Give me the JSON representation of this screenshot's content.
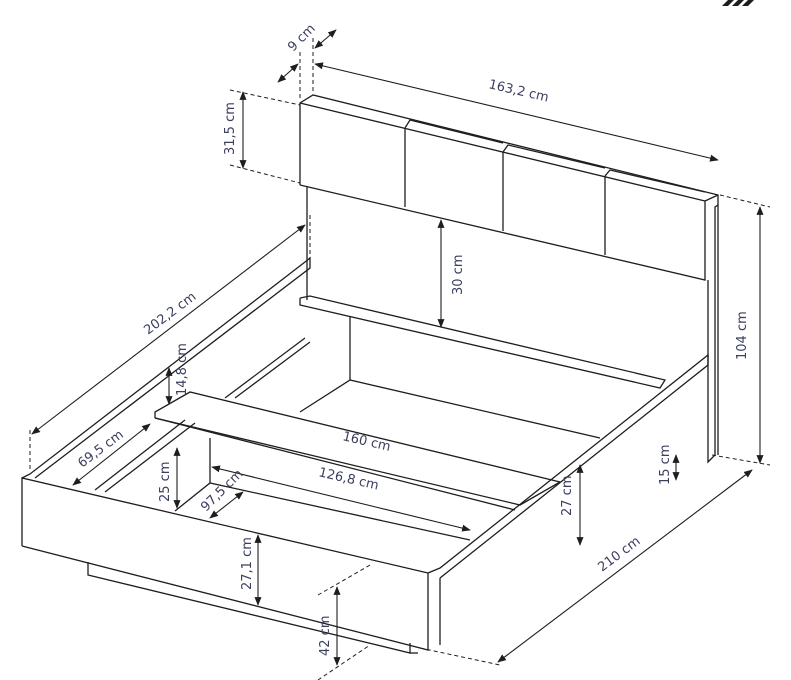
{
  "diagram": {
    "subject": "bed",
    "colors": {
      "lines": "#1e1e1e",
      "labels": "#3b3f5e"
    },
    "dimensions": {
      "headboard_depth": "9 cm",
      "headboard_width": "163,2 cm",
      "cushion_height": "31,5 cm",
      "headboard_to_slat": "30 cm",
      "total_height": "104 cm",
      "frame_length_inner": "202,2 cm",
      "slat_height": "14,8 cm",
      "storage_depth": "69,5 cm",
      "inner_width": "160 cm",
      "storage_width": "126,8 cm",
      "storage_height": "25 cm",
      "storage_length": "97,5 cm",
      "frame_height": "27 cm",
      "headboard_floor_gap": "15 cm",
      "total_length": "210 cm",
      "side_panel_height": "27,1 cm",
      "bed_height": "42 cm"
    }
  }
}
